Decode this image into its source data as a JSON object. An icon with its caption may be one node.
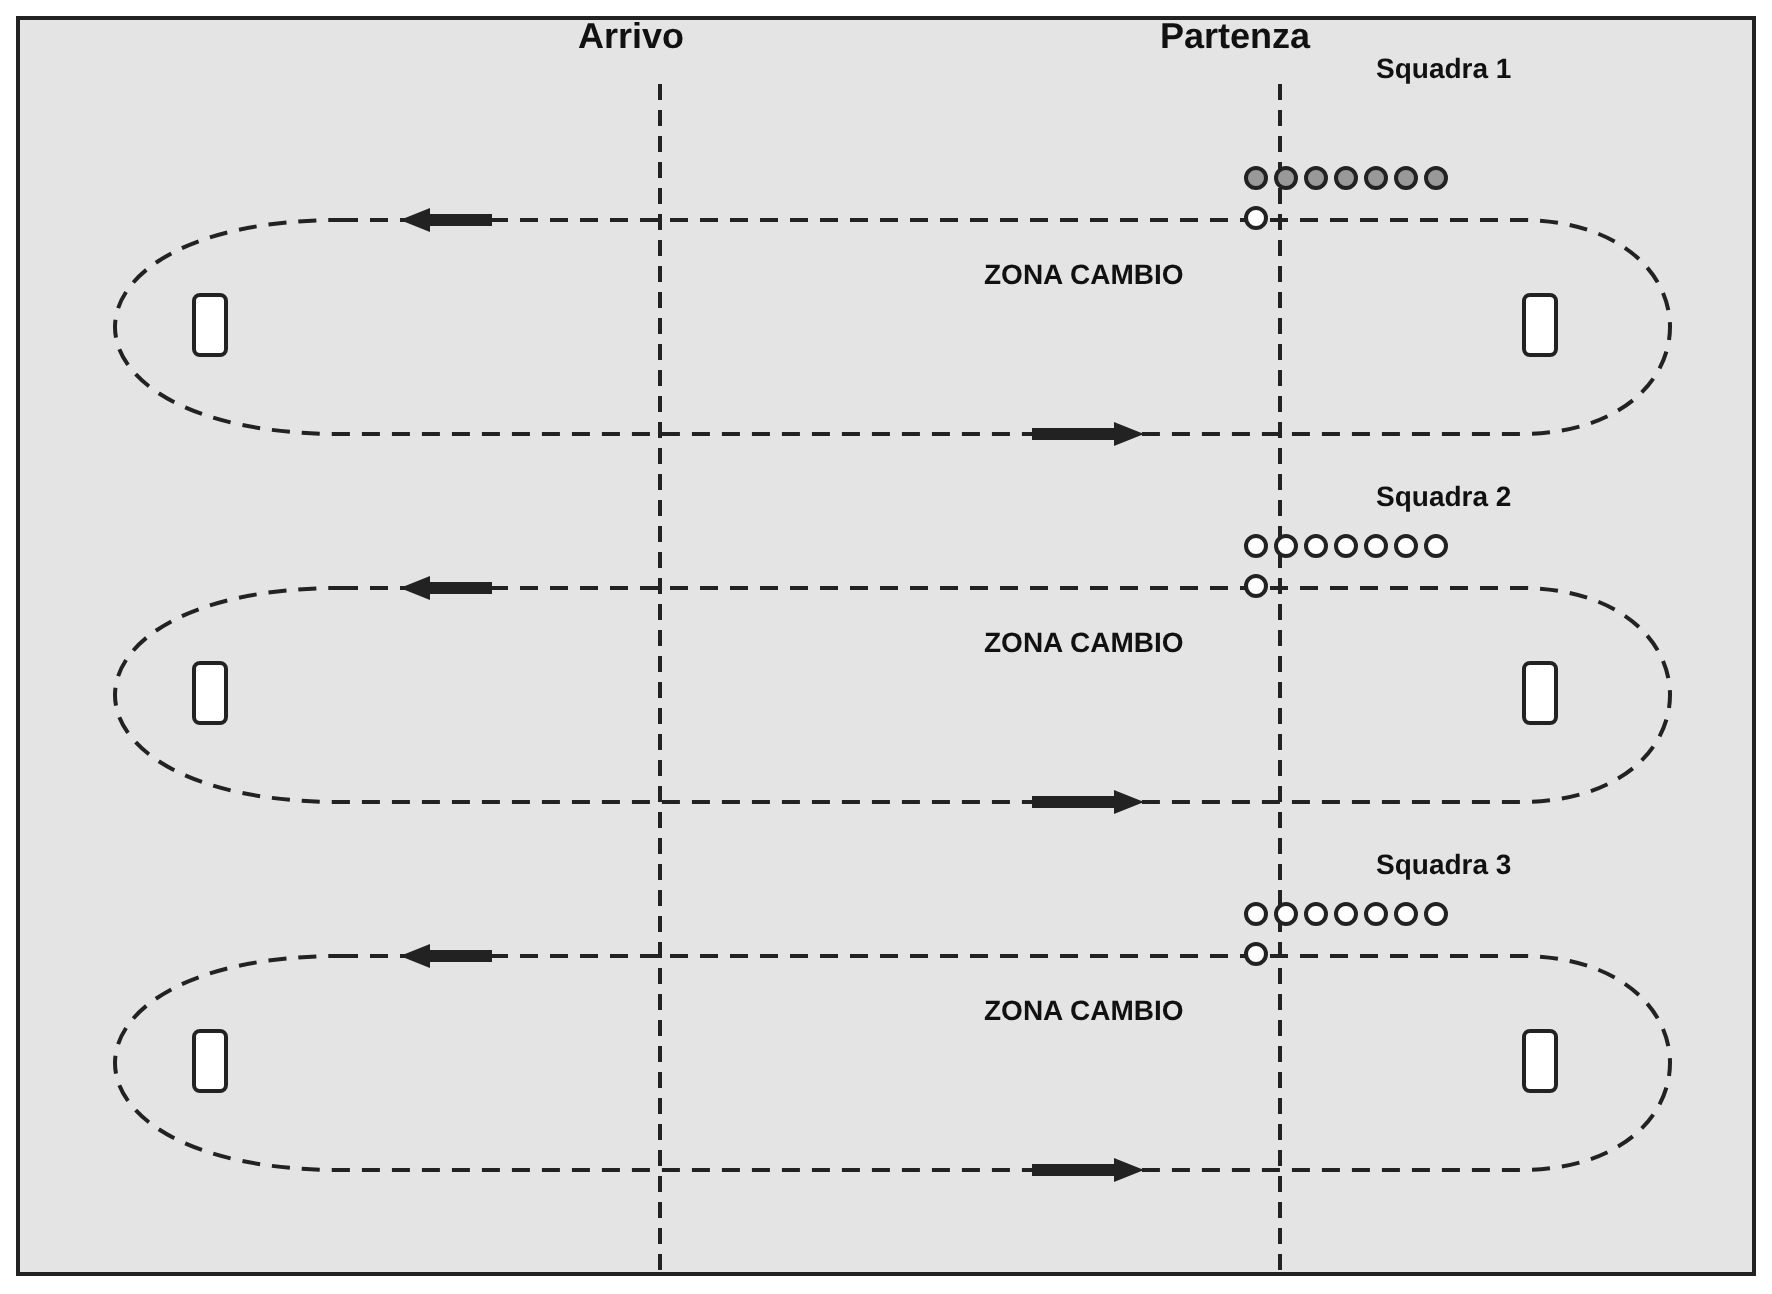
{
  "diagram": {
    "labels": [
      "Arrivo",
      "Partenza",
      "Squadra 1",
      "ZONA CAMBIO",
      "Squadra 2",
      "ZONA CAMBIO",
      "Squadra 3",
      "ZONA CAMBIO"
    ]
  }
}
